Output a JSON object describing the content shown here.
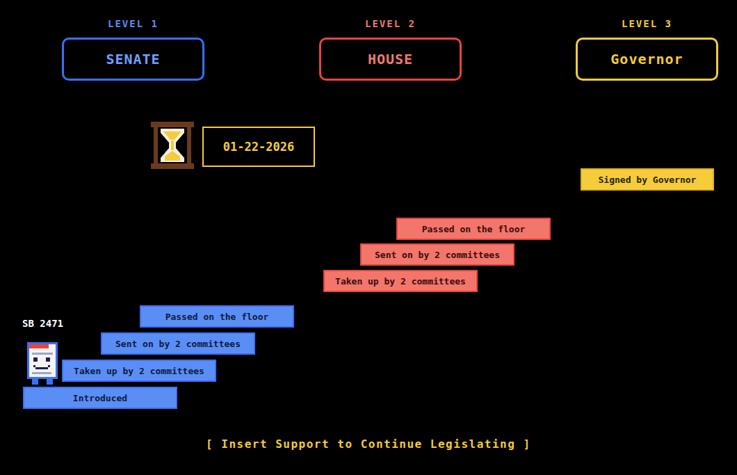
{
  "diagram": {
    "nodes": [
      {
        "text": [
          "LEVEL 1",
          "SENATE"
        ]
      },
      {
        "text": [
          "LEVEL 2",
          "HOUSE"
        ]
      },
      {
        "text": [
          "LEVEL 3",
          "Governor"
        ]
      },
      {
        "text": [
          "01-22-2026"
        ]
      },
      {
        "text": [
          "Signed by Governor"
        ]
      },
      {
        "text": [
          "Passed on the floor"
        ]
      },
      {
        "text": [
          "Sent on by 2 committees"
        ]
      },
      {
        "text": [
          "Taken up by 2 committees"
        ]
      },
      {
        "text": [
          "Passed on the floor"
        ]
      },
      {
        "text": [
          "Sent on by 2 committees"
        ]
      },
      {
        "text": [
          "Taken up by 2 committees"
        ]
      },
      {
        "text": [
          "Introduced"
        ]
      }
    ],
    "labels": [
      "SB 2471",
      "[ Insert Support to Continue Legislating ]"
    ]
  }
}
